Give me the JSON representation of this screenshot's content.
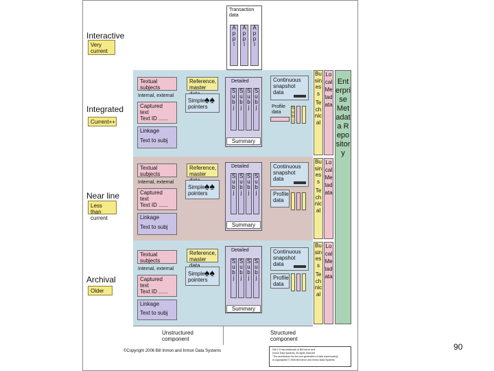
{
  "levels": [
    {
      "label": "Interactive",
      "note": [
        "Very",
        "current"
      ]
    },
    {
      "label": "Integrated",
      "note": [
        "Current++"
      ]
    },
    {
      "label": "Near line",
      "note": [
        "Less than",
        "current"
      ]
    },
    {
      "label": "Archival",
      "note": [
        "Older"
      ]
    }
  ],
  "transaction": {
    "title": [
      "Transaction",
      "data"
    ],
    "col_letters": [
      "A",
      "p",
      "p",
      "l"
    ]
  },
  "unstructured_box": {
    "textual": [
      "Textual",
      "subjects"
    ],
    "internal": "Internal, external",
    "captured": [
      "Captured",
      "text"
    ],
    "textid": "Text ID ......",
    "linkage": "Linkage",
    "text_to_subj": "Text to subj",
    "reference": [
      "Reference,",
      "master data"
    ],
    "simple": [
      "Simple",
      "pointers"
    ],
    "tree": "♠♠"
  },
  "detailed": {
    "title": "Detailed",
    "col_letters": [
      "S",
      "u",
      "b",
      "j"
    ],
    "summary": "Summary"
  },
  "structured_box": {
    "continuous": [
      "Continuous",
      "snapshot",
      "data"
    ],
    "continuous_archival": [
      "Continuous",
      "snapshot",
      "data"
    ],
    "profile": [
      "Profile",
      "data"
    ],
    "profile_top": [
      "Profile",
      "data"
    ],
    "subj_letters": [
      "S",
      "u",
      "b",
      "j"
    ]
  },
  "strips": {
    "business": "Business",
    "technical": "Technical",
    "local_metadata": "Local Metadata",
    "enterprise": "Enterprise Metadata Repository"
  },
  "footer": {
    "unstructured": [
      "Unstructured",
      "component"
    ],
    "structured": [
      "Structured",
      "component"
    ],
    "copyright": "©Copyright 2006 Bill Inmon and Inmon Data Systems",
    "trademark": [
      "DW 2.0 has trademark of Bill Inmon and",
      "Inmon Data Systems. All rights reserved",
      "\"The architecture for the next generation of data warehousing\"",
      "is copyrighted © 2006 Bill Inmon and Inmon Data Systems"
    ]
  },
  "page_number": "90",
  "colors": {
    "yellow": "#f4ec98",
    "pink": "#efc3d0",
    "lavender": "#c9c2e6",
    "blue_band": "#c7dde6",
    "rose_band": "#d8c4c0",
    "green": "#a9d3b4"
  }
}
